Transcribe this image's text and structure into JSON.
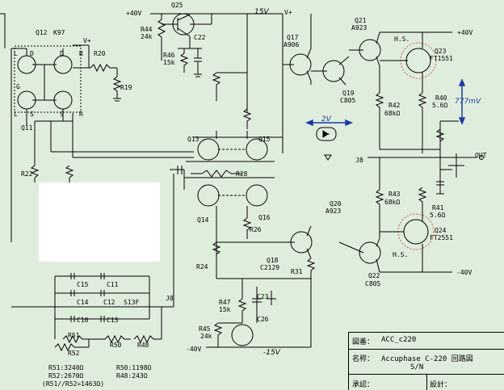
{
  "labels": {
    "plus40v": "+40V",
    "q25": "Q25",
    "v15": "15V",
    "vplus_top": "V+",
    "q12": "Q12",
    "k97": "K97",
    "vplus_left": "V+",
    "pin_L1": "L",
    "pin_D1": "D",
    "pin_D2": "D",
    "pin_R1": "R",
    "pin_G": "G",
    "pin_L2": "L",
    "pin_S1": "S",
    "pin_S2": "S",
    "pin_R2": "R",
    "r20": "R20",
    "r19": "R19",
    "q11": "Q11",
    "r22": "R22",
    "r44": "R44",
    "r44v": "24k",
    "c22": "C22",
    "r46": "R46",
    "r46v": "15k",
    "q17": "Q17",
    "a906": "A906",
    "q21": "Q21",
    "a923a": "A923",
    "q19": "Q19",
    "c805a": "C805",
    "hs1": "H.S.",
    "q23": "Q23",
    "fet1": "FT1551",
    "plus40v_r": "+40V",
    "r40": "R40",
    "r40v": "5.6Ω",
    "mv": "777mV",
    "r42": "R42",
    "r42v": "68kΩ",
    "v2": "2V",
    "j8a": "J8",
    "out": "OUT",
    "q13": "Q13",
    "q15": "Q15",
    "r28": "R28",
    "q14": "Q14",
    "q16": "Q16",
    "r26": "R26",
    "r24": "R24",
    "q18": "Q18",
    "c2129": "C2129",
    "r31": "R31",
    "q20": "Q20",
    "a923b": "A923",
    "r43": "R43",
    "r43v": "68kΩ",
    "r41": "R41",
    "r41v": "5.6Ω",
    "hs2": "H.S.",
    "q24": "Q24",
    "fet2": "FT2551",
    "q22": "Q22",
    "c805b": "C805",
    "minus40v_r": "-40V",
    "c15": "C15",
    "c11": "C11",
    "c14": "C14",
    "c12": "C12",
    "s13f": "S13F",
    "j8b": "J8",
    "c10": "C10",
    "c13": "C13",
    "r51": "R51",
    "r52": "R52",
    "r50": "R50",
    "r48": "R48",
    "r47": "R47",
    "r47v": "15k",
    "c23": "C23",
    "c26": "C26",
    "r45": "R45",
    "r45v": "24k",
    "minus40v_l": "-40V",
    "minus15v": "-15V",
    "note1a": "R51:3240Ω",
    "note1b": "R50:1198Ω",
    "note2a": "R52:2670Ω",
    "note2b": "R48:243Ω",
    "note3": "(R51//R52=1463Ω)"
  },
  "titleblock": {
    "drawing_label": "図番：",
    "drawing_value": "ACC_c220",
    "name_label": "名称：",
    "name_value": "Accuphase C-220 回路図",
    "sn": "S/N",
    "approve": "承認：",
    "design": "設計："
  },
  "colors": {
    "background": "#dfeedc",
    "wire": "#000000",
    "annotation": "#1a3aa8",
    "heatsink": "#c85050"
  }
}
